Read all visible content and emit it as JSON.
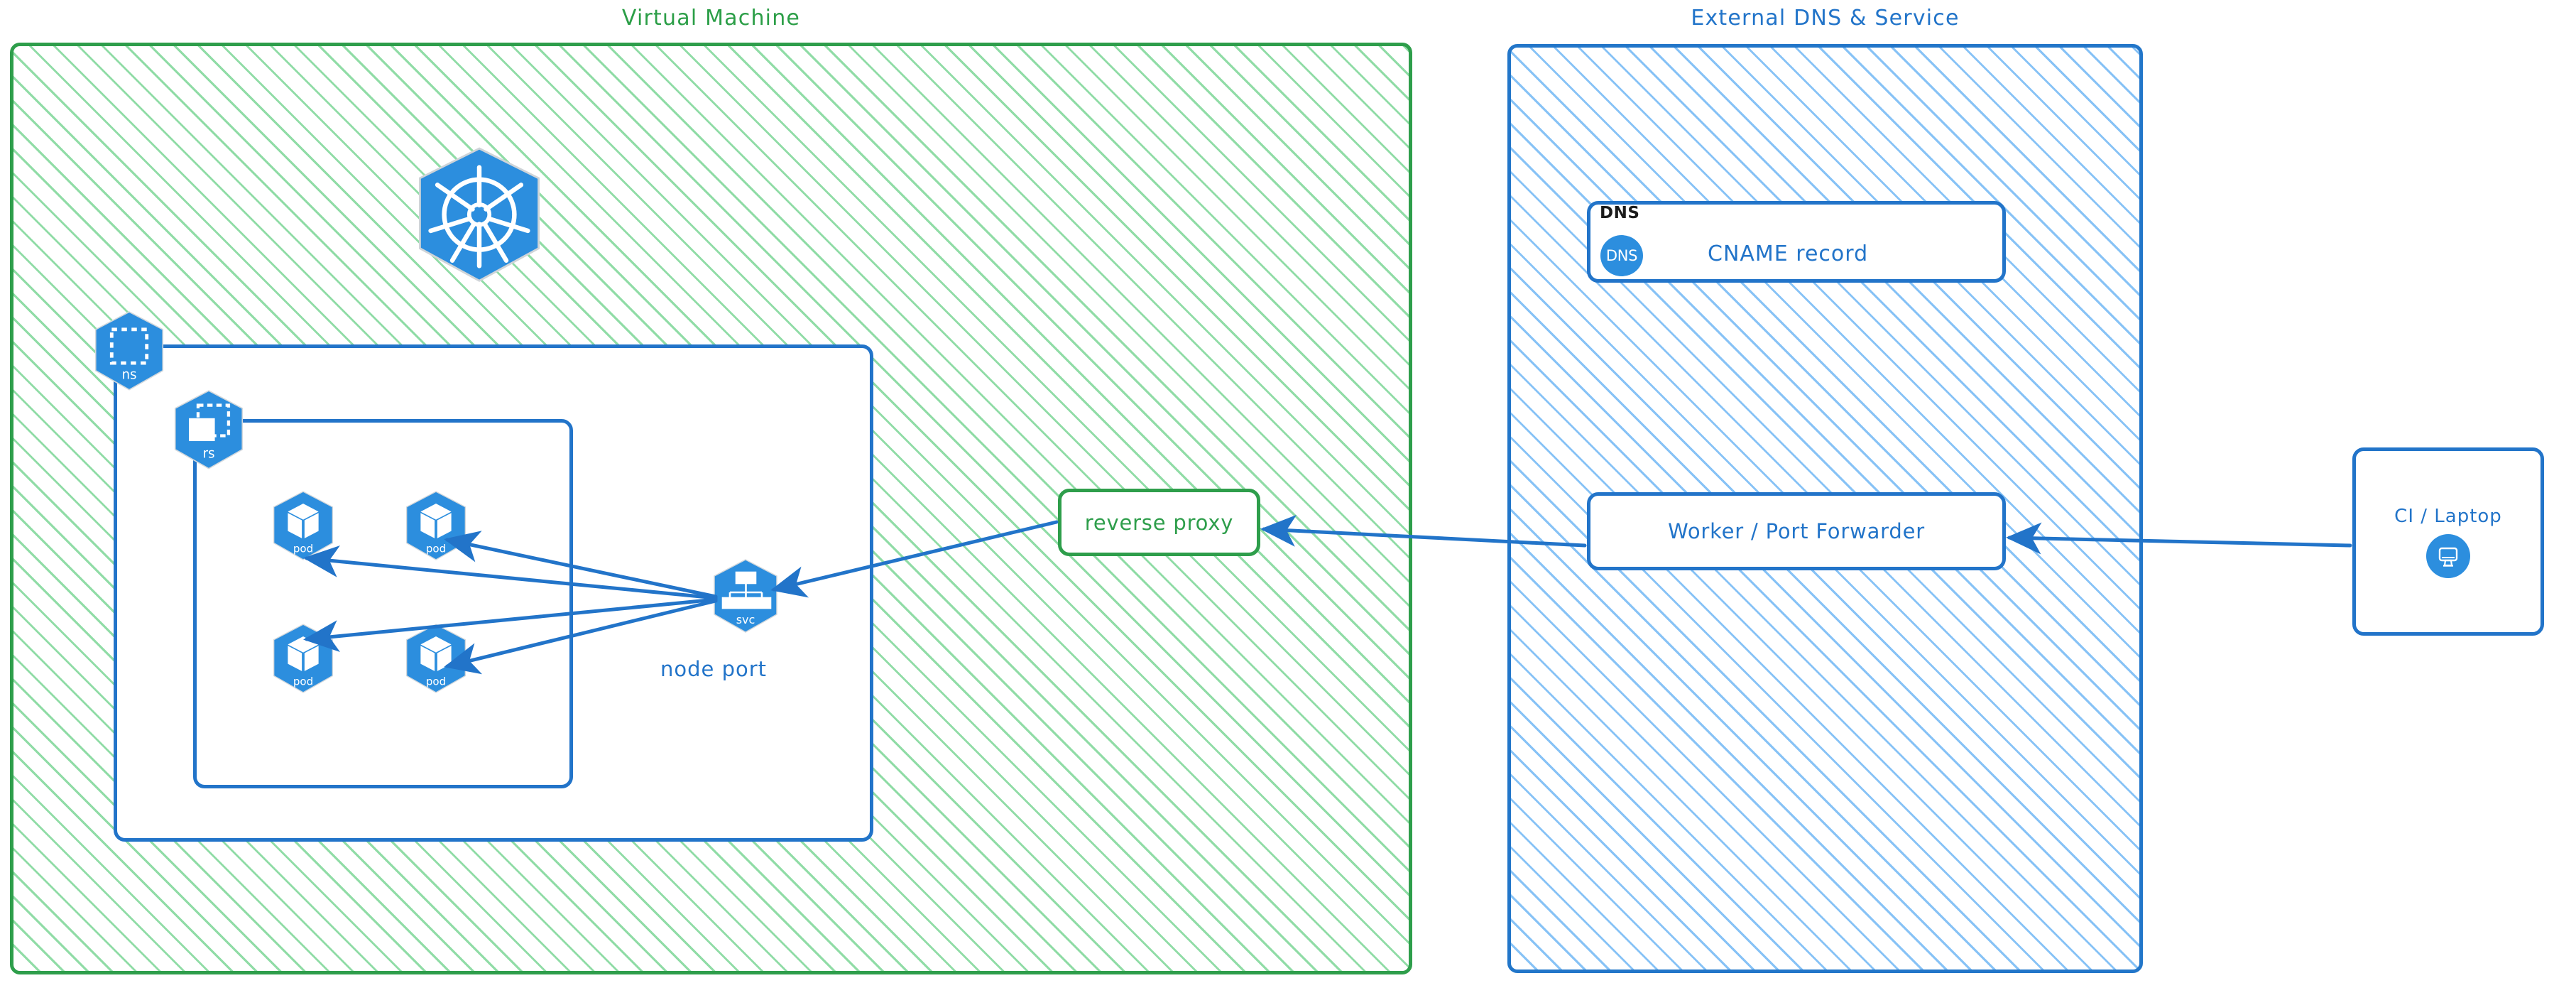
{
  "panels": [
    {
      "id": "vm",
      "title": "Virtual Machine",
      "color": "#2e9e4b",
      "hatch": "diagonal"
    },
    {
      "id": "dns",
      "title": "External DNS & Service",
      "color": "#2274c9",
      "hatch": "diagonal"
    }
  ],
  "vm": {
    "title": "Virtual Machine",
    "kubernetes_logo": {
      "icon": "kubernetes-wheel-icon",
      "label": ""
    },
    "namespace": {
      "icon": "namespace-icon",
      "label": "ns"
    },
    "replicaset": {
      "icon": "replicaset-icon",
      "label": "rs"
    },
    "pods": [
      {
        "icon": "pod-icon",
        "label": "pod"
      },
      {
        "icon": "pod-icon",
        "label": "pod"
      },
      {
        "icon": "pod-icon",
        "label": "pod"
      },
      {
        "icon": "pod-icon",
        "label": "pod"
      }
    ],
    "service": {
      "icon": "service-icon",
      "label": "svc",
      "caption": "node port"
    },
    "reverse_proxy": {
      "label": "reverse proxy",
      "color": "#2e9e4b"
    }
  },
  "external": {
    "title": "External DNS & Service",
    "dns_card": {
      "tag": "DNS",
      "badge_label": "DNS",
      "label": "CNAME record",
      "color": "#2274c9"
    },
    "worker_card": {
      "label": "Worker / Port Forwarder",
      "color": "#2274c9"
    },
    "client_card": {
      "label": "CI / Laptop",
      "icon": "desktop-monitor-icon",
      "color": "#2274c9"
    }
  },
  "connections": [
    {
      "from": "service",
      "to": "pod-1",
      "direction": "to"
    },
    {
      "from": "service",
      "to": "pod-2",
      "direction": "to"
    },
    {
      "from": "service",
      "to": "pod-3",
      "direction": "to"
    },
    {
      "from": "service",
      "to": "pod-4",
      "direction": "to"
    },
    {
      "from": "reverse-proxy",
      "to": "service",
      "direction": "to"
    },
    {
      "from": "worker-card",
      "to": "reverse-proxy",
      "direction": "to"
    },
    {
      "from": "client-card",
      "to": "worker-card",
      "direction": "to"
    }
  ],
  "colors": {
    "k8s_blue": "#2c8ede",
    "line_blue": "#2274c9",
    "panel_green": "#2e9e4b",
    "hatch_green": "#7cd696",
    "hatch_blue": "#7abcf5"
  }
}
